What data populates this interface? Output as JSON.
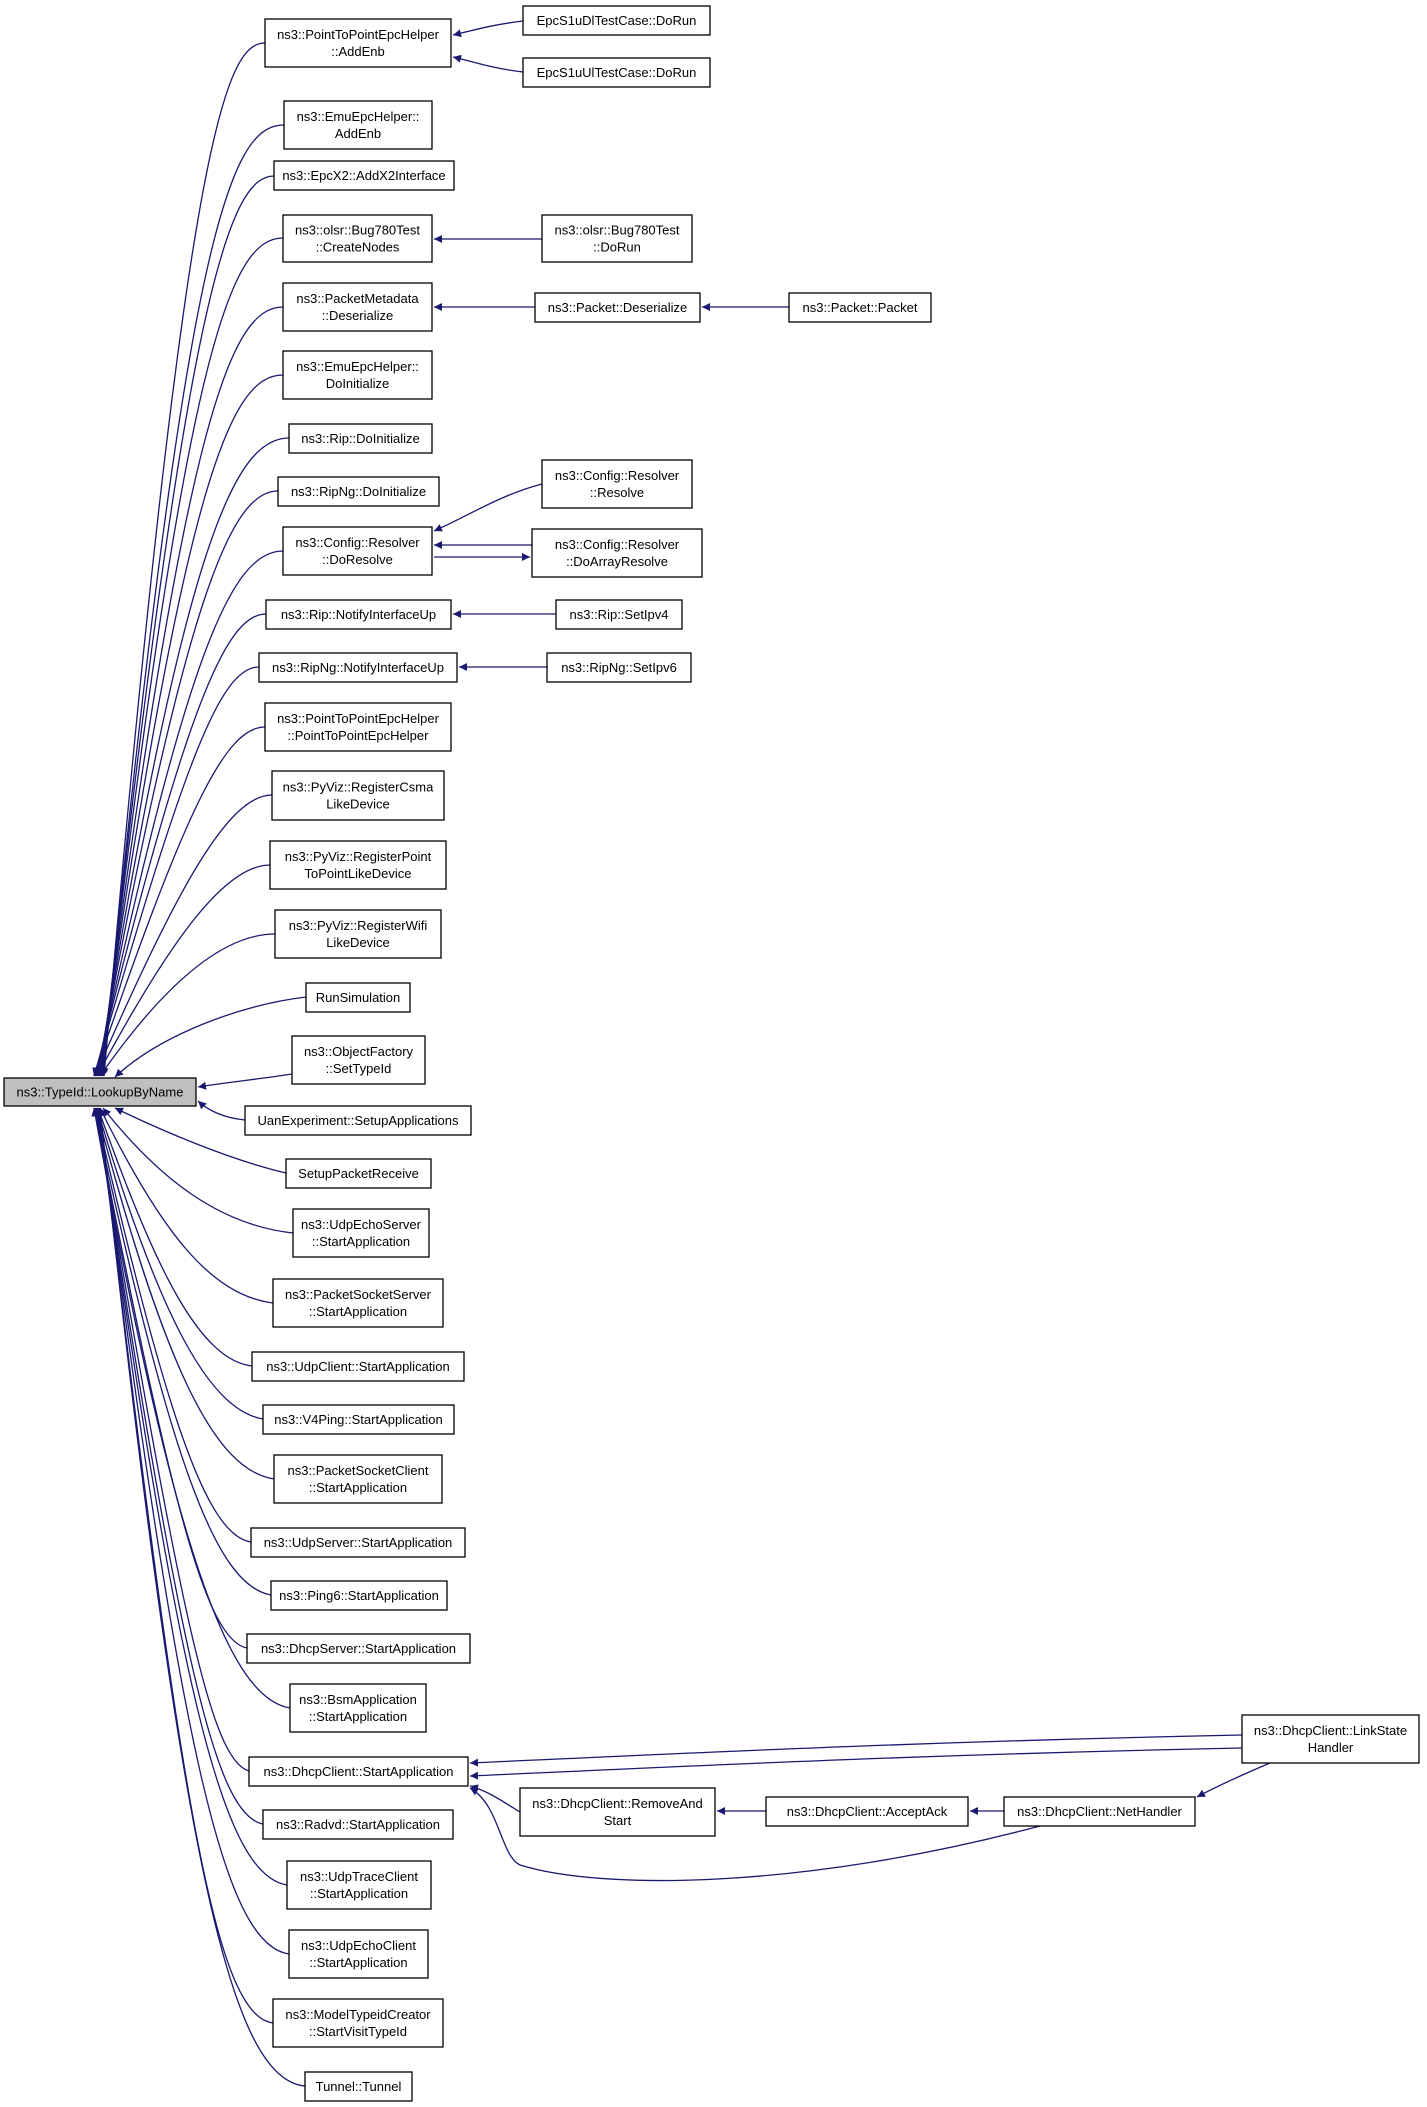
{
  "graph": {
    "root": "n0",
    "colors": {
      "edge": "#191970",
      "node_fill": "#ffffff",
      "root_fill": "#bfbfbf",
      "border": "#000000"
    },
    "nodes": [
      {
        "id": "n0",
        "lines": [
          "ns3::TypeId::LookupByName"
        ],
        "root": true
      },
      {
        "id": "n1",
        "lines": [
          "ns3::PointToPointEpcHelper",
          "::AddEnb"
        ]
      },
      {
        "id": "n2",
        "lines": [
          "ns3::EmuEpcHelper::",
          "AddEnb"
        ]
      },
      {
        "id": "n3",
        "lines": [
          "ns3::EpcX2::AddX2Interface"
        ]
      },
      {
        "id": "n4",
        "lines": [
          "ns3::olsr::Bug780Test",
          "::CreateNodes"
        ]
      },
      {
        "id": "n5",
        "lines": [
          "ns3::PacketMetadata",
          "::Deserialize"
        ]
      },
      {
        "id": "n6",
        "lines": [
          "ns3::EmuEpcHelper::",
          "DoInitialize"
        ]
      },
      {
        "id": "n7",
        "lines": [
          "ns3::Rip::DoInitialize"
        ]
      },
      {
        "id": "n8",
        "lines": [
          "ns3::RipNg::DoInitialize"
        ]
      },
      {
        "id": "n9",
        "lines": [
          "ns3::Config::Resolver",
          "::DoResolve"
        ]
      },
      {
        "id": "n10",
        "lines": [
          "ns3::Rip::NotifyInterfaceUp"
        ]
      },
      {
        "id": "n11",
        "lines": [
          "ns3::RipNg::NotifyInterfaceUp"
        ]
      },
      {
        "id": "n12",
        "lines": [
          "ns3::PointToPointEpcHelper",
          "::PointToPointEpcHelper"
        ]
      },
      {
        "id": "n13",
        "lines": [
          "ns3::PyViz::RegisterCsma",
          "LikeDevice"
        ]
      },
      {
        "id": "n14",
        "lines": [
          "ns3::PyViz::RegisterPoint",
          "ToPointLikeDevice"
        ]
      },
      {
        "id": "n15",
        "lines": [
          "ns3::PyViz::RegisterWifi",
          "LikeDevice"
        ]
      },
      {
        "id": "n16",
        "lines": [
          "RunSimulation"
        ]
      },
      {
        "id": "n17",
        "lines": [
          "ns3::ObjectFactory",
          "::SetTypeId"
        ]
      },
      {
        "id": "n18",
        "lines": [
          "UanExperiment::SetupApplications"
        ]
      },
      {
        "id": "n19",
        "lines": [
          "SetupPacketReceive"
        ]
      },
      {
        "id": "n20",
        "lines": [
          "ns3::UdpEchoServer",
          "::StartApplication"
        ]
      },
      {
        "id": "n21",
        "lines": [
          "ns3::PacketSocketServer",
          "::StartApplication"
        ]
      },
      {
        "id": "n22",
        "lines": [
          "ns3::UdpClient::StartApplication"
        ]
      },
      {
        "id": "n23",
        "lines": [
          "ns3::V4Ping::StartApplication"
        ]
      },
      {
        "id": "n24",
        "lines": [
          "ns3::PacketSocketClient",
          "::StartApplication"
        ]
      },
      {
        "id": "n25",
        "lines": [
          "ns3::UdpServer::StartApplication"
        ]
      },
      {
        "id": "n26",
        "lines": [
          "ns3::Ping6::StartApplication"
        ]
      },
      {
        "id": "n27",
        "lines": [
          "ns3::DhcpServer::StartApplication"
        ]
      },
      {
        "id": "n28",
        "lines": [
          "ns3::BsmApplication",
          "::StartApplication"
        ]
      },
      {
        "id": "n29",
        "lines": [
          "ns3::DhcpClient::StartApplication"
        ]
      },
      {
        "id": "n30",
        "lines": [
          "ns3::Radvd::StartApplication"
        ]
      },
      {
        "id": "n31",
        "lines": [
          "ns3::UdpTraceClient",
          "::StartApplication"
        ]
      },
      {
        "id": "n32",
        "lines": [
          "ns3::UdpEchoClient",
          "::StartApplication"
        ]
      },
      {
        "id": "n33",
        "lines": [
          "ns3::ModelTypeidCreator",
          "::StartVisitTypeId"
        ]
      },
      {
        "id": "n34",
        "lines": [
          "Tunnel::Tunnel"
        ]
      },
      {
        "id": "n35",
        "lines": [
          "EpcS1uDlTestCase::DoRun"
        ]
      },
      {
        "id": "n36",
        "lines": [
          "EpcS1uUlTestCase::DoRun"
        ]
      },
      {
        "id": "n37",
        "lines": [
          "ns3::olsr::Bug780Test",
          "::DoRun"
        ]
      },
      {
        "id": "n38",
        "lines": [
          "ns3::Packet::Deserialize"
        ]
      },
      {
        "id": "n39",
        "lines": [
          "ns3::Packet::Packet"
        ]
      },
      {
        "id": "n40",
        "lines": [
          "ns3::Config::Resolver",
          "::Resolve"
        ]
      },
      {
        "id": "n41",
        "lines": [
          "ns3::Config::Resolver",
          "::DoArrayResolve"
        ]
      },
      {
        "id": "n42",
        "lines": [
          "ns3::Rip::SetIpv4"
        ]
      },
      {
        "id": "n43",
        "lines": [
          "ns3::RipNg::SetIpv6"
        ]
      },
      {
        "id": "n44",
        "lines": [
          "ns3::DhcpClient::LinkState",
          "Handler"
        ]
      },
      {
        "id": "n45",
        "lines": [
          "ns3::DhcpClient::RemoveAnd",
          "Start"
        ]
      },
      {
        "id": "n46",
        "lines": [
          "ns3::DhcpClient::AcceptAck"
        ]
      },
      {
        "id": "n47",
        "lines": [
          "ns3::DhcpClient::NetHandler"
        ]
      }
    ]
  }
}
